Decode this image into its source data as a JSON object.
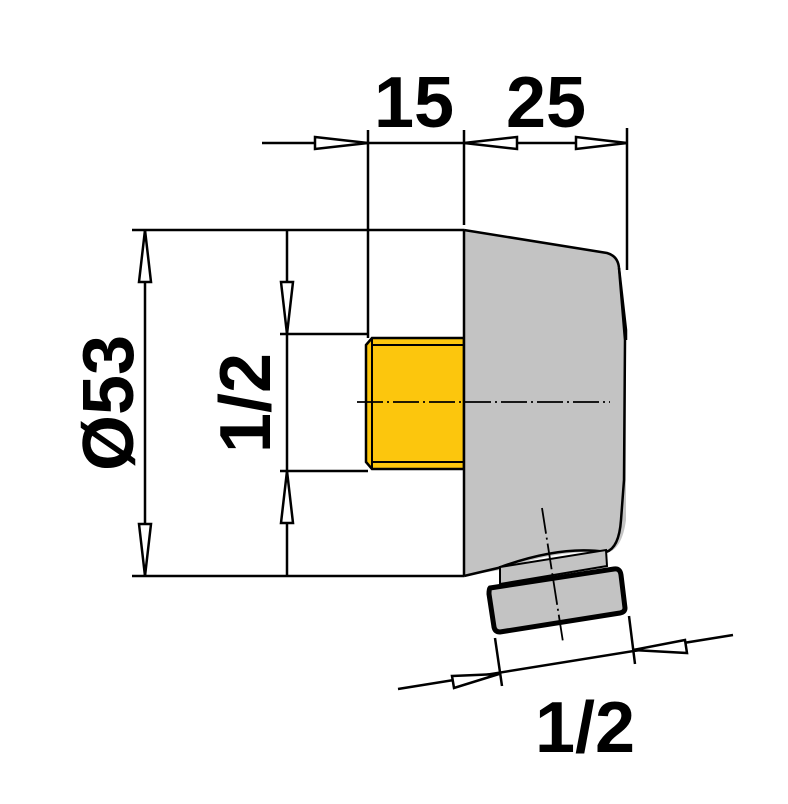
{
  "drawing": {
    "type": "technical-dimension-drawing",
    "subject": "wall outlet elbow fitting (side view)",
    "colors": {
      "body": "#c3c3c3",
      "thread": "#fcc60d",
      "line": "#000000",
      "background": "#ffffff"
    },
    "dimensions": {
      "thread_length": "15",
      "body_depth": "25",
      "diameter": "Ø53",
      "inlet_thread": "1/2",
      "outlet_thread": "1/2"
    }
  }
}
